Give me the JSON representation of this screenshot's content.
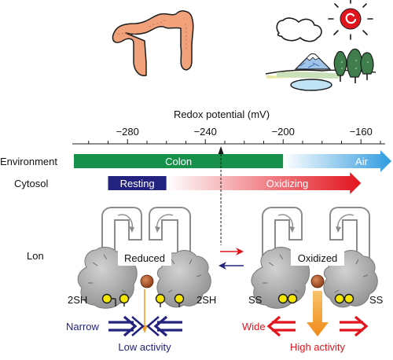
{
  "axis": {
    "title": "Redox potential (mV)",
    "ticks": [
      {
        "label": "−280",
        "value": -280
      },
      {
        "label": "−240",
        "value": -240
      },
      {
        "label": "−200",
        "value": -200
      },
      {
        "label": "−160",
        "value": -160
      }
    ],
    "range_mv": [
      -310,
      -150
    ]
  },
  "rows": {
    "environment": {
      "label": "Environment",
      "colon_label": "Colon",
      "colon_range_mv": [
        -310,
        -200
      ],
      "air_label": "Air",
      "air_range_mv": [
        -200,
        -150
      ]
    },
    "cytosol": {
      "label": "Cytosol",
      "resting_label": "Resting",
      "resting_range_mv": [
        -290,
        -260
      ],
      "oxidizing_label": "Oxidizing",
      "oxidizing_range_mv": [
        -260,
        -160
      ]
    }
  },
  "marker_mv": -232,
  "lon": {
    "label": "Lon",
    "reduced": {
      "state_label": "Reduced",
      "left_thiol_label": "2SH",
      "right_thiol_label": "2SH",
      "gate_label": "Narrow",
      "activity_label": "Low activity"
    },
    "oxidized": {
      "state_label": "Oxidized",
      "left_thiol_label": "SS",
      "right_thiol_label": "SS",
      "gate_label": "Wide",
      "activity_label": "High activity"
    }
  },
  "colors": {
    "colon": "#16904a",
    "air": "#2f9be0",
    "resting": "#23237f",
    "oxidizing": "#e2141e",
    "activity_arrow": "#f2a12c",
    "narrow": "#23237f",
    "wide": "#e2141e",
    "protein": "#a9a9a9",
    "thiol": "#f4e600",
    "substrate": "#a14b22",
    "colon_icon": "#f2a27a"
  },
  "icons": [
    "colon-organ-icon",
    "cloud-icon",
    "sun-icon",
    "mountain-landscape-icon",
    "tree-icon",
    "lake-icon"
  ]
}
